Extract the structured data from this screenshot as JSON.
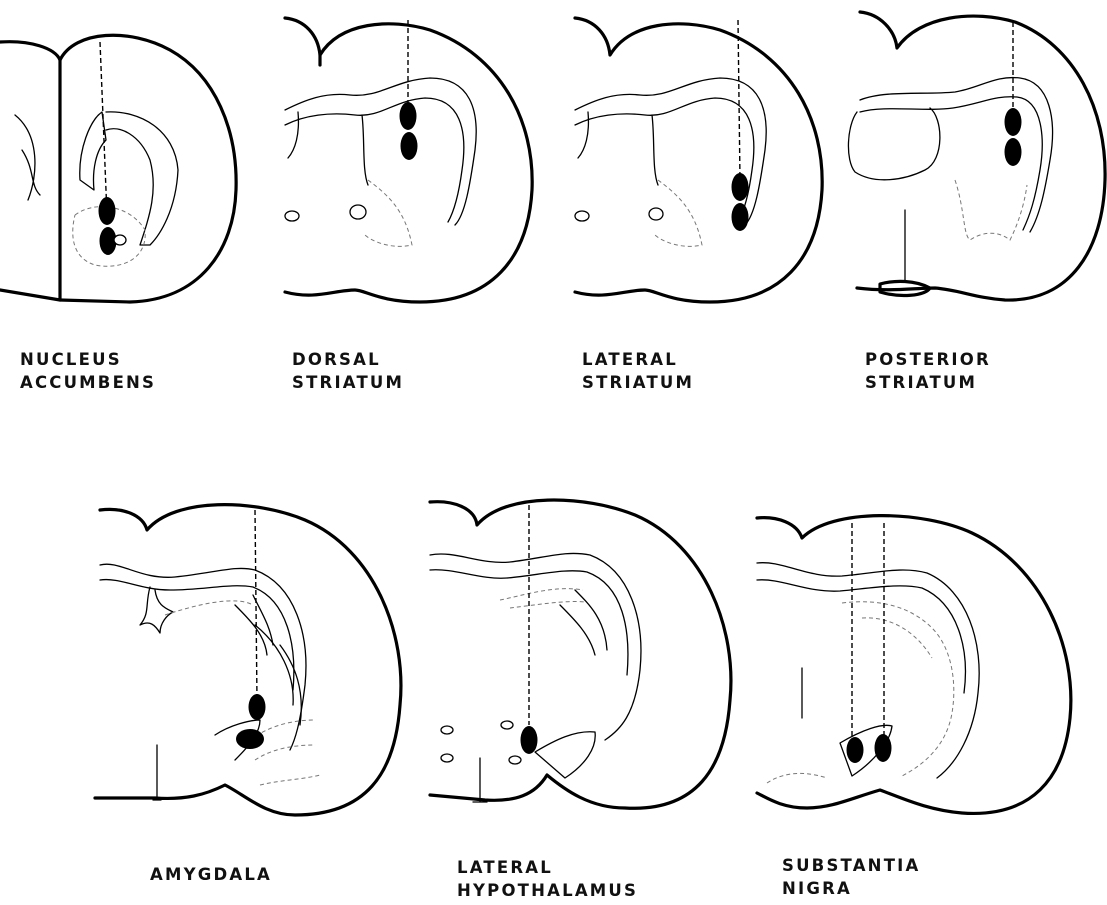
{
  "figure": {
    "panels": [
      {
        "id": "nucleus-accumbens",
        "label_lines": [
          "NUCLEUS",
          "ACCUMBENS"
        ]
      },
      {
        "id": "dorsal-striatum",
        "label_lines": [
          "DORSAL",
          "STRIATUM"
        ]
      },
      {
        "id": "lateral-striatum",
        "label_lines": [
          "LATERAL",
          "STRIATUM"
        ]
      },
      {
        "id": "posterior-striatum",
        "label_lines": [
          "POSTERIOR",
          "STRIATUM"
        ]
      },
      {
        "id": "amygdala",
        "label_lines": [
          "AMYGDALA"
        ]
      },
      {
        "id": "lateral-hypothalamus",
        "label_lines": [
          "LATERAL",
          "HYPOTHALAMUS"
        ]
      },
      {
        "id": "substantia-nigra",
        "label_lines": [
          "SUBSTANTIA",
          "NIGRA"
        ]
      }
    ]
  }
}
